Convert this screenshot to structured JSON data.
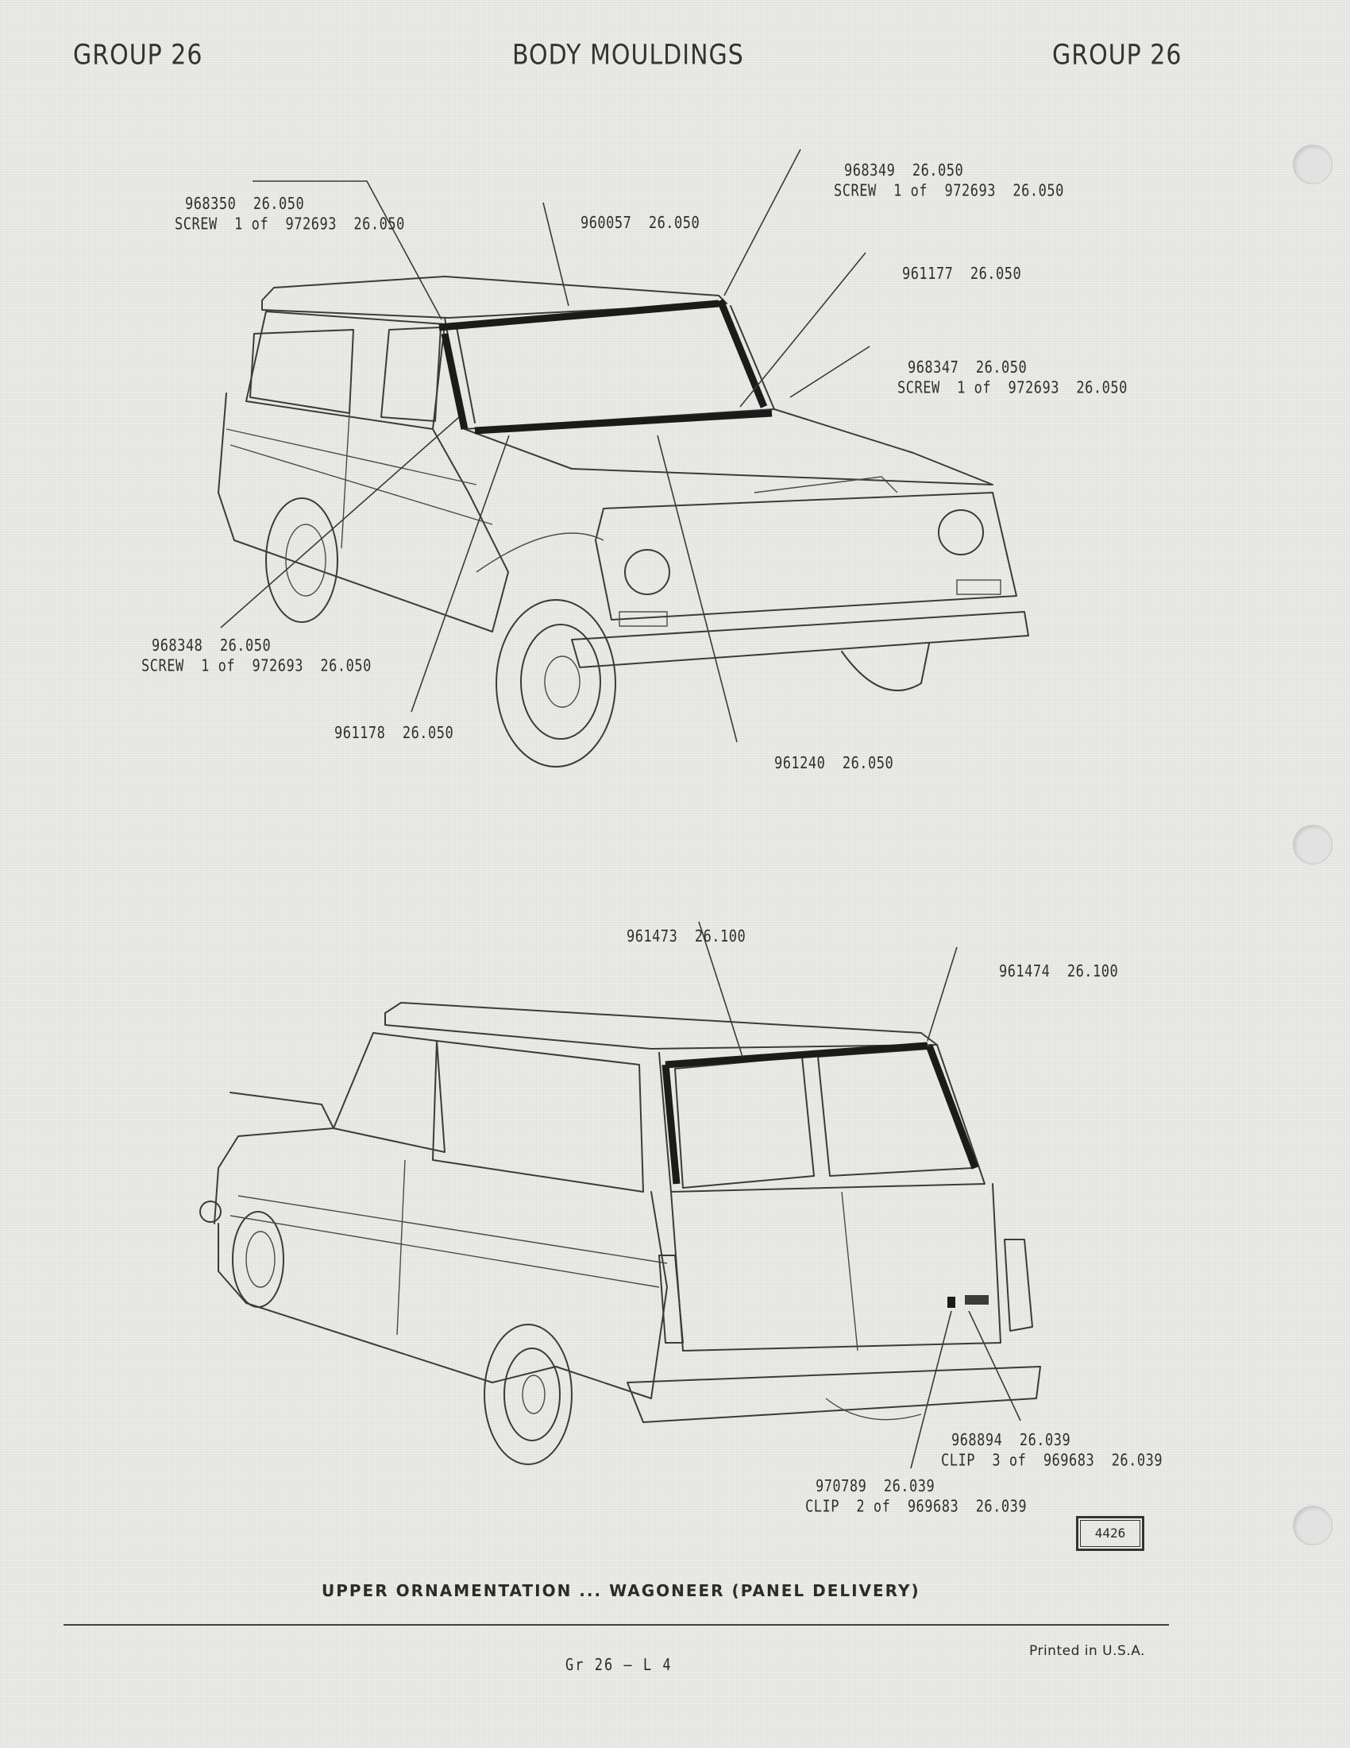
{
  "header": {
    "left": "GROUP 26",
    "center": "BODY MOULDINGS",
    "right": "GROUP 26"
  },
  "figure_top": {
    "callouts": [
      {
        "line1": "968350  26.050",
        "line2": "SCREW  1 of  972693  26.050"
      },
      {
        "line1": "960057  26.050",
        "line2": ""
      },
      {
        "line1": "968349  26.050",
        "line2": "SCREW  1 of  972693  26.050"
      },
      {
        "line1": "961177  26.050",
        "line2": ""
      },
      {
        "line1": "968347  26.050",
        "line2": "SCREW  1 of  972693  26.050"
      },
      {
        "line1": "968348  26.050",
        "line2": "SCREW  1 of  972693  26.050"
      },
      {
        "line1": "961178  26.050",
        "line2": ""
      },
      {
        "line1": "961240  26.050",
        "line2": ""
      }
    ]
  },
  "figure_bottom": {
    "callouts": [
      {
        "line1": "961473  26.100",
        "line2": ""
      },
      {
        "line1": "961474  26.100",
        "line2": ""
      },
      {
        "line1": "968894  26.039",
        "line2": "CLIP  3 of  969683  26.039"
      },
      {
        "line1": "970789  26.039",
        "line2": "CLIP  2 of  969683  26.039"
      }
    ]
  },
  "figure_number": "4426",
  "caption": "UPPER  ORNAMENTATION  ...  WAGONEER (PANEL DELIVERY)",
  "footer": {
    "page": "Gr 26  –  L 4",
    "printed": "Printed  in U.S.A."
  }
}
